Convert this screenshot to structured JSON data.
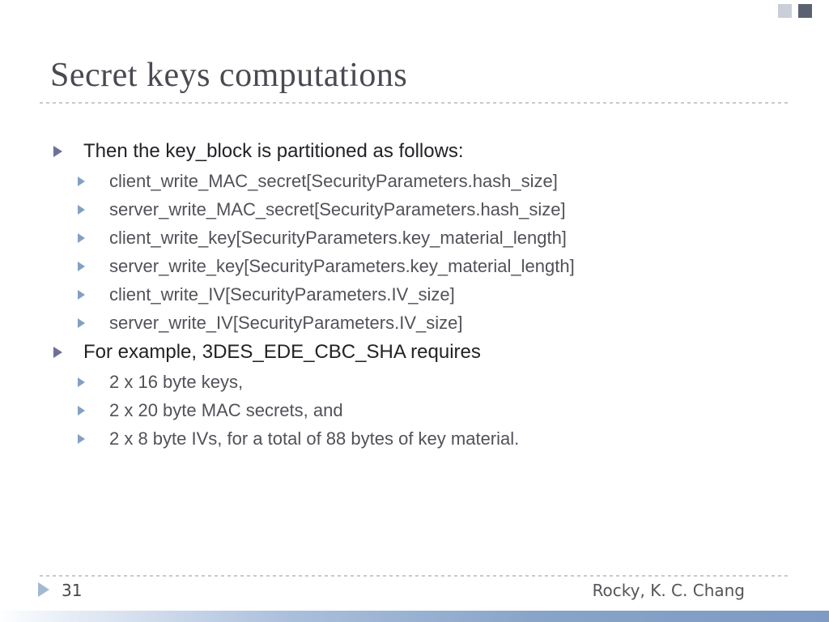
{
  "slide": {
    "title": "Secret keys computations",
    "bullets": [
      {
        "level": 1,
        "text": "Then the key_block is partitioned as follows:"
      },
      {
        "level": 2,
        "text": "client_write_MAC_secret[SecurityParameters.hash_size]"
      },
      {
        "level": 2,
        "text": "server_write_MAC_secret[SecurityParameters.hash_size]"
      },
      {
        "level": 2,
        "text": "client_write_key[SecurityParameters.key_material_length]"
      },
      {
        "level": 2,
        "text": "server_write_key[SecurityParameters.key_material_length]"
      },
      {
        "level": 2,
        "text": "client_write_IV[SecurityParameters.IV_size]"
      },
      {
        "level": 2,
        "text": "server_write_IV[SecurityParameters.IV_size]"
      },
      {
        "level": 1,
        "text": "For example, 3DES_EDE_CBC_SHA requires"
      },
      {
        "level": 2,
        "text": "2 x 16 byte keys,"
      },
      {
        "level": 2,
        "text": "2 x 20 byte MAC secrets, and"
      },
      {
        "level": 2,
        "text": "2 x 8 byte IVs, for a total of 88 bytes of key material."
      }
    ],
    "footer": {
      "page_number": "31",
      "author": "Rocky, K. C. Chang"
    },
    "colors": {
      "title_text": "#494a52",
      "body_level1_text": "#222227",
      "body_level2_text": "#515159",
      "bullet_level1": "#6f6f9b",
      "bullet_level2": "#82a0c4",
      "footer_marker": "#a3b9d2",
      "footer_text": "#54545a",
      "dotted_rule": "#c9c9c9",
      "bottom_bar_blue": "#7d9bc3",
      "deco_square_light": "#c9cfd9",
      "deco_square_dark": "#5a6272"
    }
  }
}
